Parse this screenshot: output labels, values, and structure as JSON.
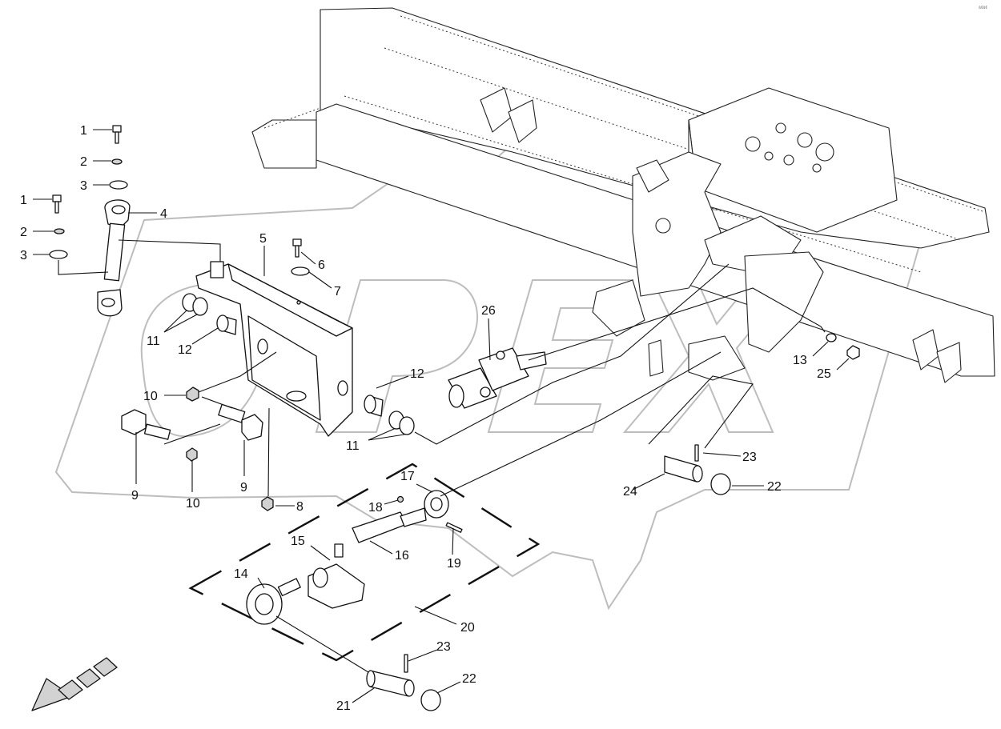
{
  "diagram": {
    "corner_marks": "â¢â¢",
    "watermark": "OPEX",
    "callouts": [
      {
        "id": "c1a",
        "text": "1"
      },
      {
        "id": "c2a",
        "text": "2"
      },
      {
        "id": "c3a",
        "text": "3"
      },
      {
        "id": "c1b",
        "text": "1"
      },
      {
        "id": "c2b",
        "text": "2"
      },
      {
        "id": "c3b",
        "text": "3"
      },
      {
        "id": "c4",
        "text": "4"
      },
      {
        "id": "c5",
        "text": "5"
      },
      {
        "id": "c6",
        "text": "6"
      },
      {
        "id": "c7",
        "text": "7"
      },
      {
        "id": "c8",
        "text": "8"
      },
      {
        "id": "c9a",
        "text": "9"
      },
      {
        "id": "c9b",
        "text": "9"
      },
      {
        "id": "c10a",
        "text": "10"
      },
      {
        "id": "c10b",
        "text": "10"
      },
      {
        "id": "c11a",
        "text": "11"
      },
      {
        "id": "c11b",
        "text": "11"
      },
      {
        "id": "c12a",
        "text": "12"
      },
      {
        "id": "c12b",
        "text": "12"
      },
      {
        "id": "c13",
        "text": "13"
      },
      {
        "id": "c14",
        "text": "14"
      },
      {
        "id": "c15",
        "text": "15"
      },
      {
        "id": "c16",
        "text": "16"
      },
      {
        "id": "c17",
        "text": "17"
      },
      {
        "id": "c18",
        "text": "18"
      },
      {
        "id": "c19",
        "text": "19"
      },
      {
        "id": "c20",
        "text": "20"
      },
      {
        "id": "c21",
        "text": "21"
      },
      {
        "id": "c22a",
        "text": "22"
      },
      {
        "id": "c22b",
        "text": "22"
      },
      {
        "id": "c23a",
        "text": "23"
      },
      {
        "id": "c23b",
        "text": "23"
      },
      {
        "id": "c24",
        "text": "24"
      },
      {
        "id": "c25",
        "text": "25"
      },
      {
        "id": "c26",
        "text": "26"
      }
    ]
  }
}
